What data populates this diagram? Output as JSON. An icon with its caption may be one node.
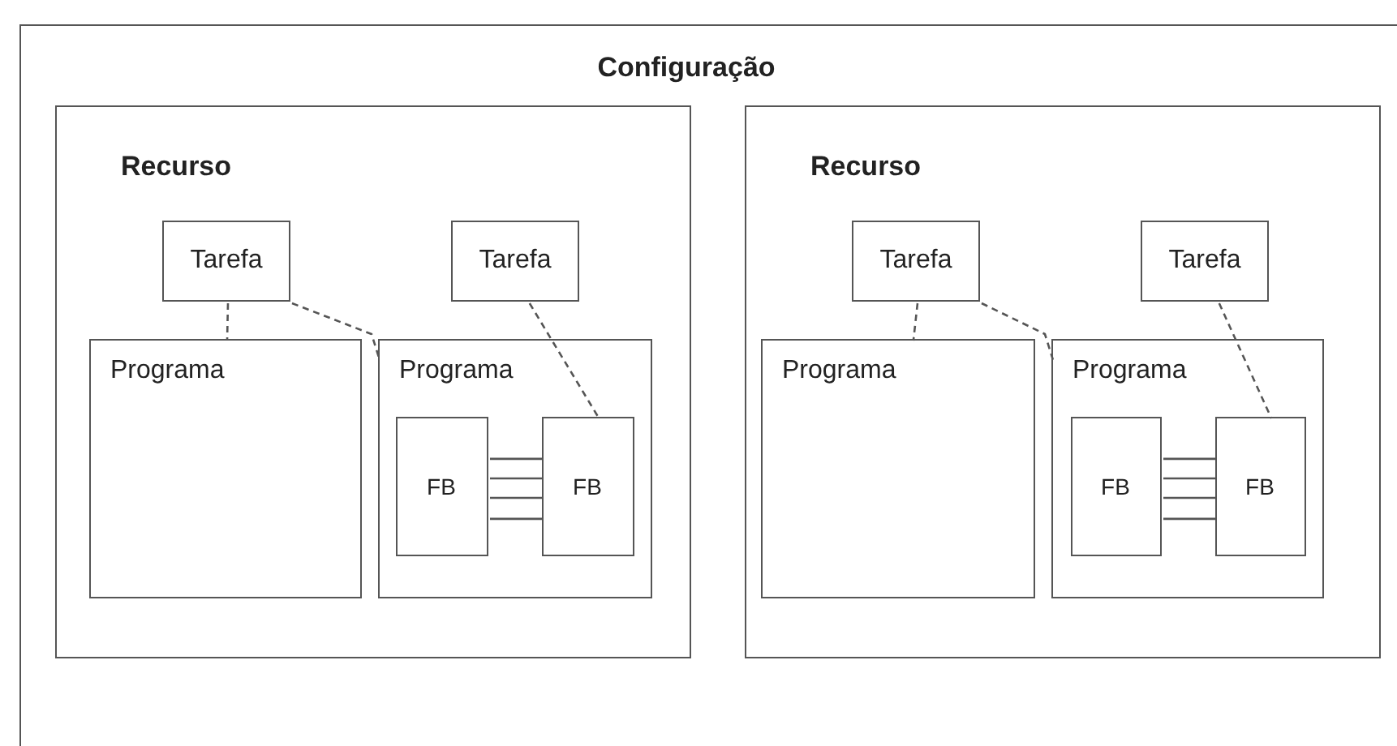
{
  "diagram": {
    "nodes": [
      {
        "text": [
          "Configuração"
        ]
      },
      {
        "text": [
          "Recurso"
        ],
        "in": 0
      },
      {
        "text": [
          "Tarefa"
        ],
        "in": 1
      },
      {
        "text": [
          "Tarefa"
        ],
        "in": 1
      },
      {
        "text": [
          "Programa"
        ],
        "in": 1
      },
      {
        "text": [
          "Programa"
        ],
        "in": 1
      },
      {
        "text": [
          "FB"
        ],
        "in": 5
      },
      {
        "text": [
          "FB"
        ],
        "in": 5
      },
      {
        "text": [
          "Recurso"
        ],
        "in": 0
      },
      {
        "text": [
          "Tarefa"
        ],
        "in": 8
      },
      {
        "text": [
          "Tarefa"
        ],
        "in": 8
      },
      {
        "text": [
          "Programa"
        ],
        "in": 8
      },
      {
        "text": [
          "Programa"
        ],
        "in": 8
      },
      {
        "text": [
          "FB"
        ],
        "in": 12
      },
      {
        "text": [
          "FB"
        ],
        "in": 12
      }
    ],
    "edges": [
      {
        "from": 2,
        "to": 4,
        "arrow": "none",
        "style": "dashed"
      },
      {
        "from": 2,
        "to": 5,
        "arrow": "none",
        "style": "dashed"
      },
      {
        "from": 3,
        "to": 7,
        "arrow": "none",
        "style": "dashed"
      },
      {
        "from": 6,
        "to": 7,
        "arrow": "none"
      },
      {
        "from": 6,
        "to": 7,
        "arrow": "none"
      },
      {
        "from": 6,
        "to": 7,
        "arrow": "none"
      },
      {
        "from": 6,
        "to": 7,
        "arrow": "none"
      },
      {
        "from": 9,
        "to": 11,
        "arrow": "none",
        "style": "dashed"
      },
      {
        "from": 9,
        "to": 12,
        "arrow": "none",
        "style": "dashed"
      },
      {
        "from": 10,
        "to": 14,
        "arrow": "none",
        "style": "dashed"
      },
      {
        "from": 13,
        "to": 14,
        "arrow": "none"
      },
      {
        "from": 13,
        "to": 14,
        "arrow": "none"
      },
      {
        "from": 13,
        "to": 14,
        "arrow": "none"
      },
      {
        "from": 13,
        "to": 14,
        "arrow": "none"
      }
    ]
  }
}
